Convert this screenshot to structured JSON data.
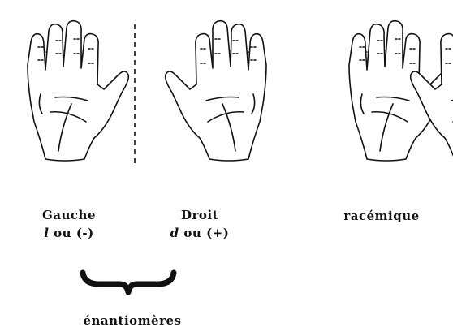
{
  "labels": {
    "left": {
      "name": "Gauche",
      "sign": "l",
      "conj": "ou",
      "rot": "(-)"
    },
    "right": {
      "name": "Droit",
      "sign": "d",
      "conj": "ou",
      "rot": "(+)"
    },
    "racemic": "racémique",
    "enantiomers": "énantiomères"
  },
  "colors": {
    "ink": "#111111",
    "background": "#ffffff"
  }
}
